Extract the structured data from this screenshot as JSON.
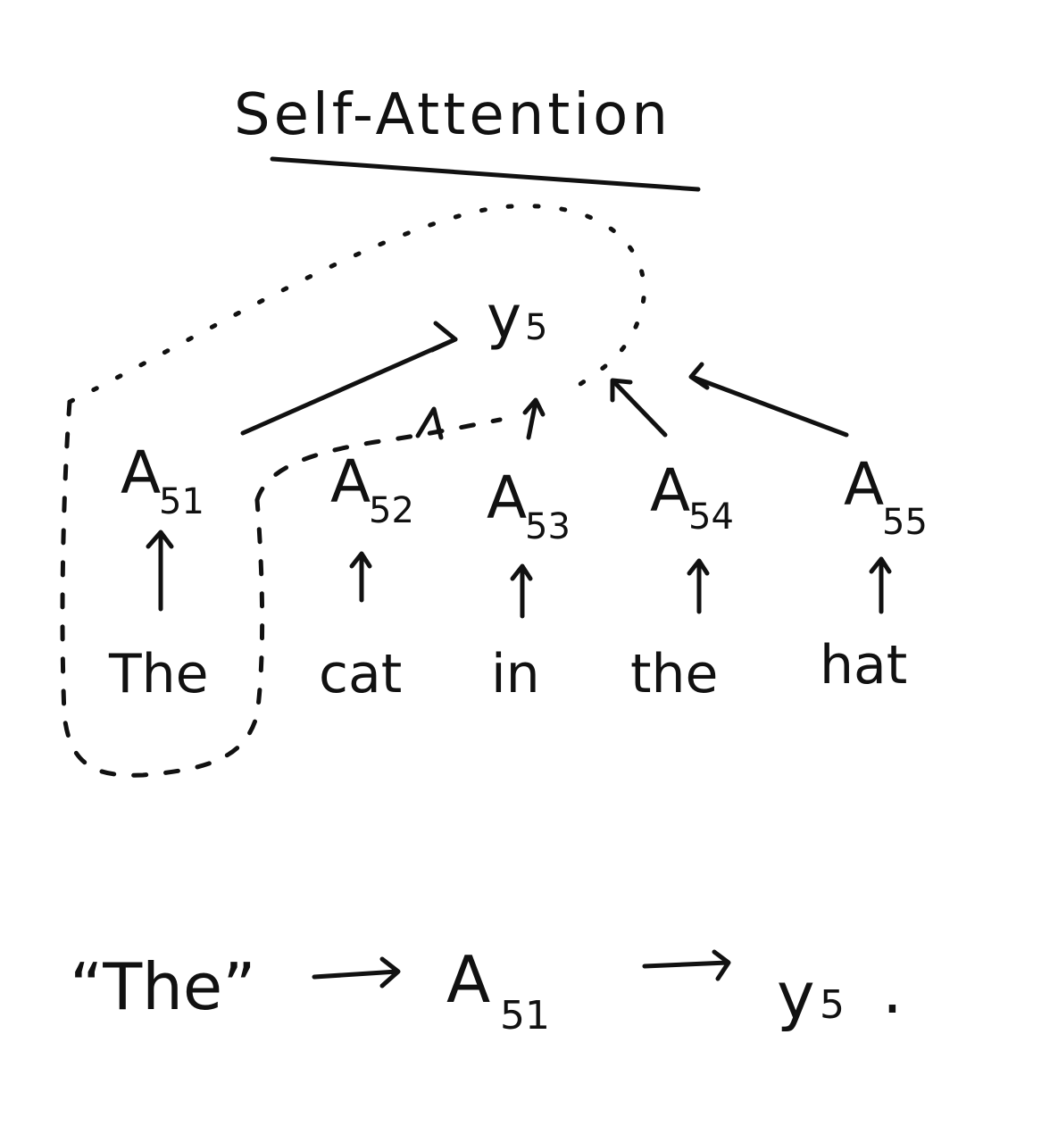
{
  "title": "Self-Attention",
  "output": {
    "symbol": "y",
    "subscript": "5"
  },
  "attention_nodes": [
    {
      "symbol": "A",
      "subscript": "51"
    },
    {
      "symbol": "A",
      "subscript": "52"
    },
    {
      "symbol": "A",
      "subscript": "53"
    },
    {
      "symbol": "A",
      "subscript": "54"
    },
    {
      "symbol": "A",
      "subscript": "55"
    }
  ],
  "tokens": [
    "The",
    "cat",
    "in",
    "the",
    "hat"
  ],
  "flow": {
    "token": "“The”",
    "node_symbol": "A",
    "node_subscript": "51",
    "output_symbol": "y",
    "output_subscript": "5",
    "end_mark": "."
  },
  "colors": {
    "ink": "#111111",
    "background": "#ffffff"
  }
}
